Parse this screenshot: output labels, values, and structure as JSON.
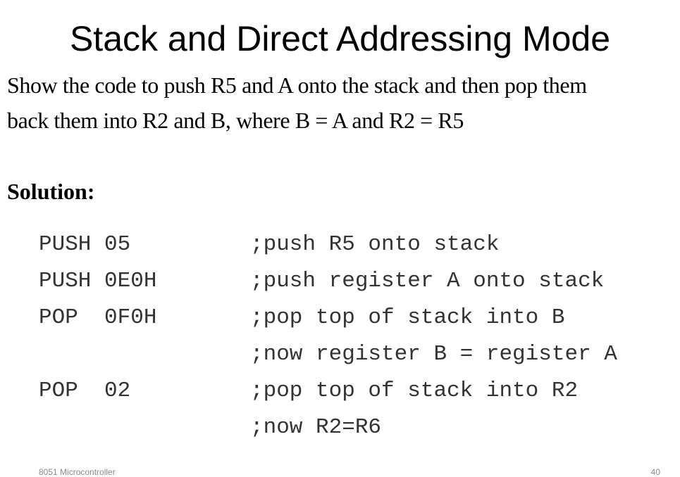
{
  "slide": {
    "title": "Stack and Direct Addressing Mode",
    "problem_lines": [
      "Show the code to push R5 and A onto the stack and then pop them",
      "back them into R2 and B, where B = A and R2 = R5"
    ],
    "solution_label": "Solution:",
    "code": [
      {
        "instr": "PUSH 05",
        "comment": ";push R5 onto stack"
      },
      {
        "instr": "PUSH 0E0H",
        "comment": ";push register A onto stack"
      },
      {
        "instr": "POP  0F0H",
        "comment": ";pop top of stack into B"
      },
      {
        "instr": "",
        "comment": ";now register B = register A"
      },
      {
        "instr": "POP  02",
        "comment": ";pop top of stack into R2"
      },
      {
        "instr": "",
        "comment": ";now R2=R6"
      }
    ],
    "footer_left": "8051 Microcontroller",
    "footer_right": "40"
  }
}
